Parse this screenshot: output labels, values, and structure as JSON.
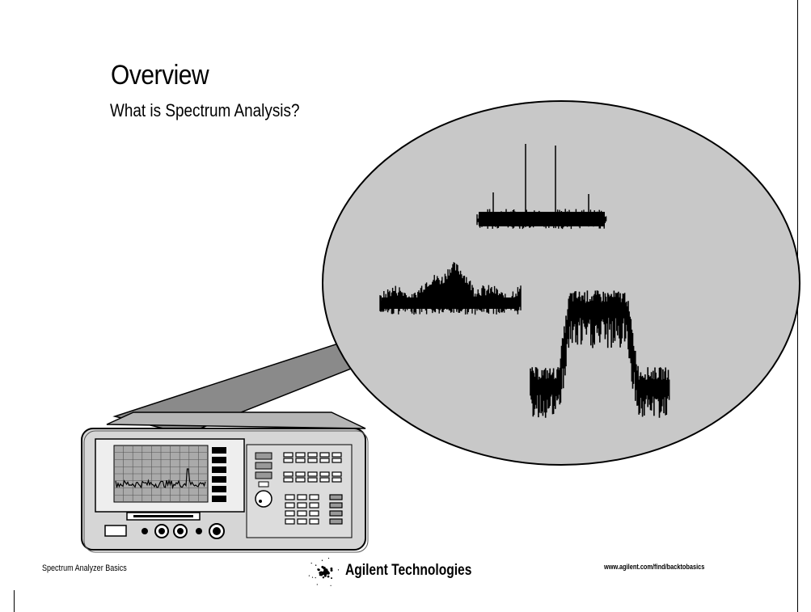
{
  "slide": {
    "title": "Overview",
    "subtitle": "What is Spectrum Analysis?"
  },
  "footer": {
    "left_text": "Spectrum Analyzer Basics",
    "brand_name": "Agilent Technologies",
    "url": "www.agilent.com/find/backtobasics"
  },
  "illustration": {
    "bubble_fill": "#c8c8c8",
    "instrument_icon": "spectrum-analyzer-icon",
    "logo_icon": "agilent-spark-icon"
  }
}
